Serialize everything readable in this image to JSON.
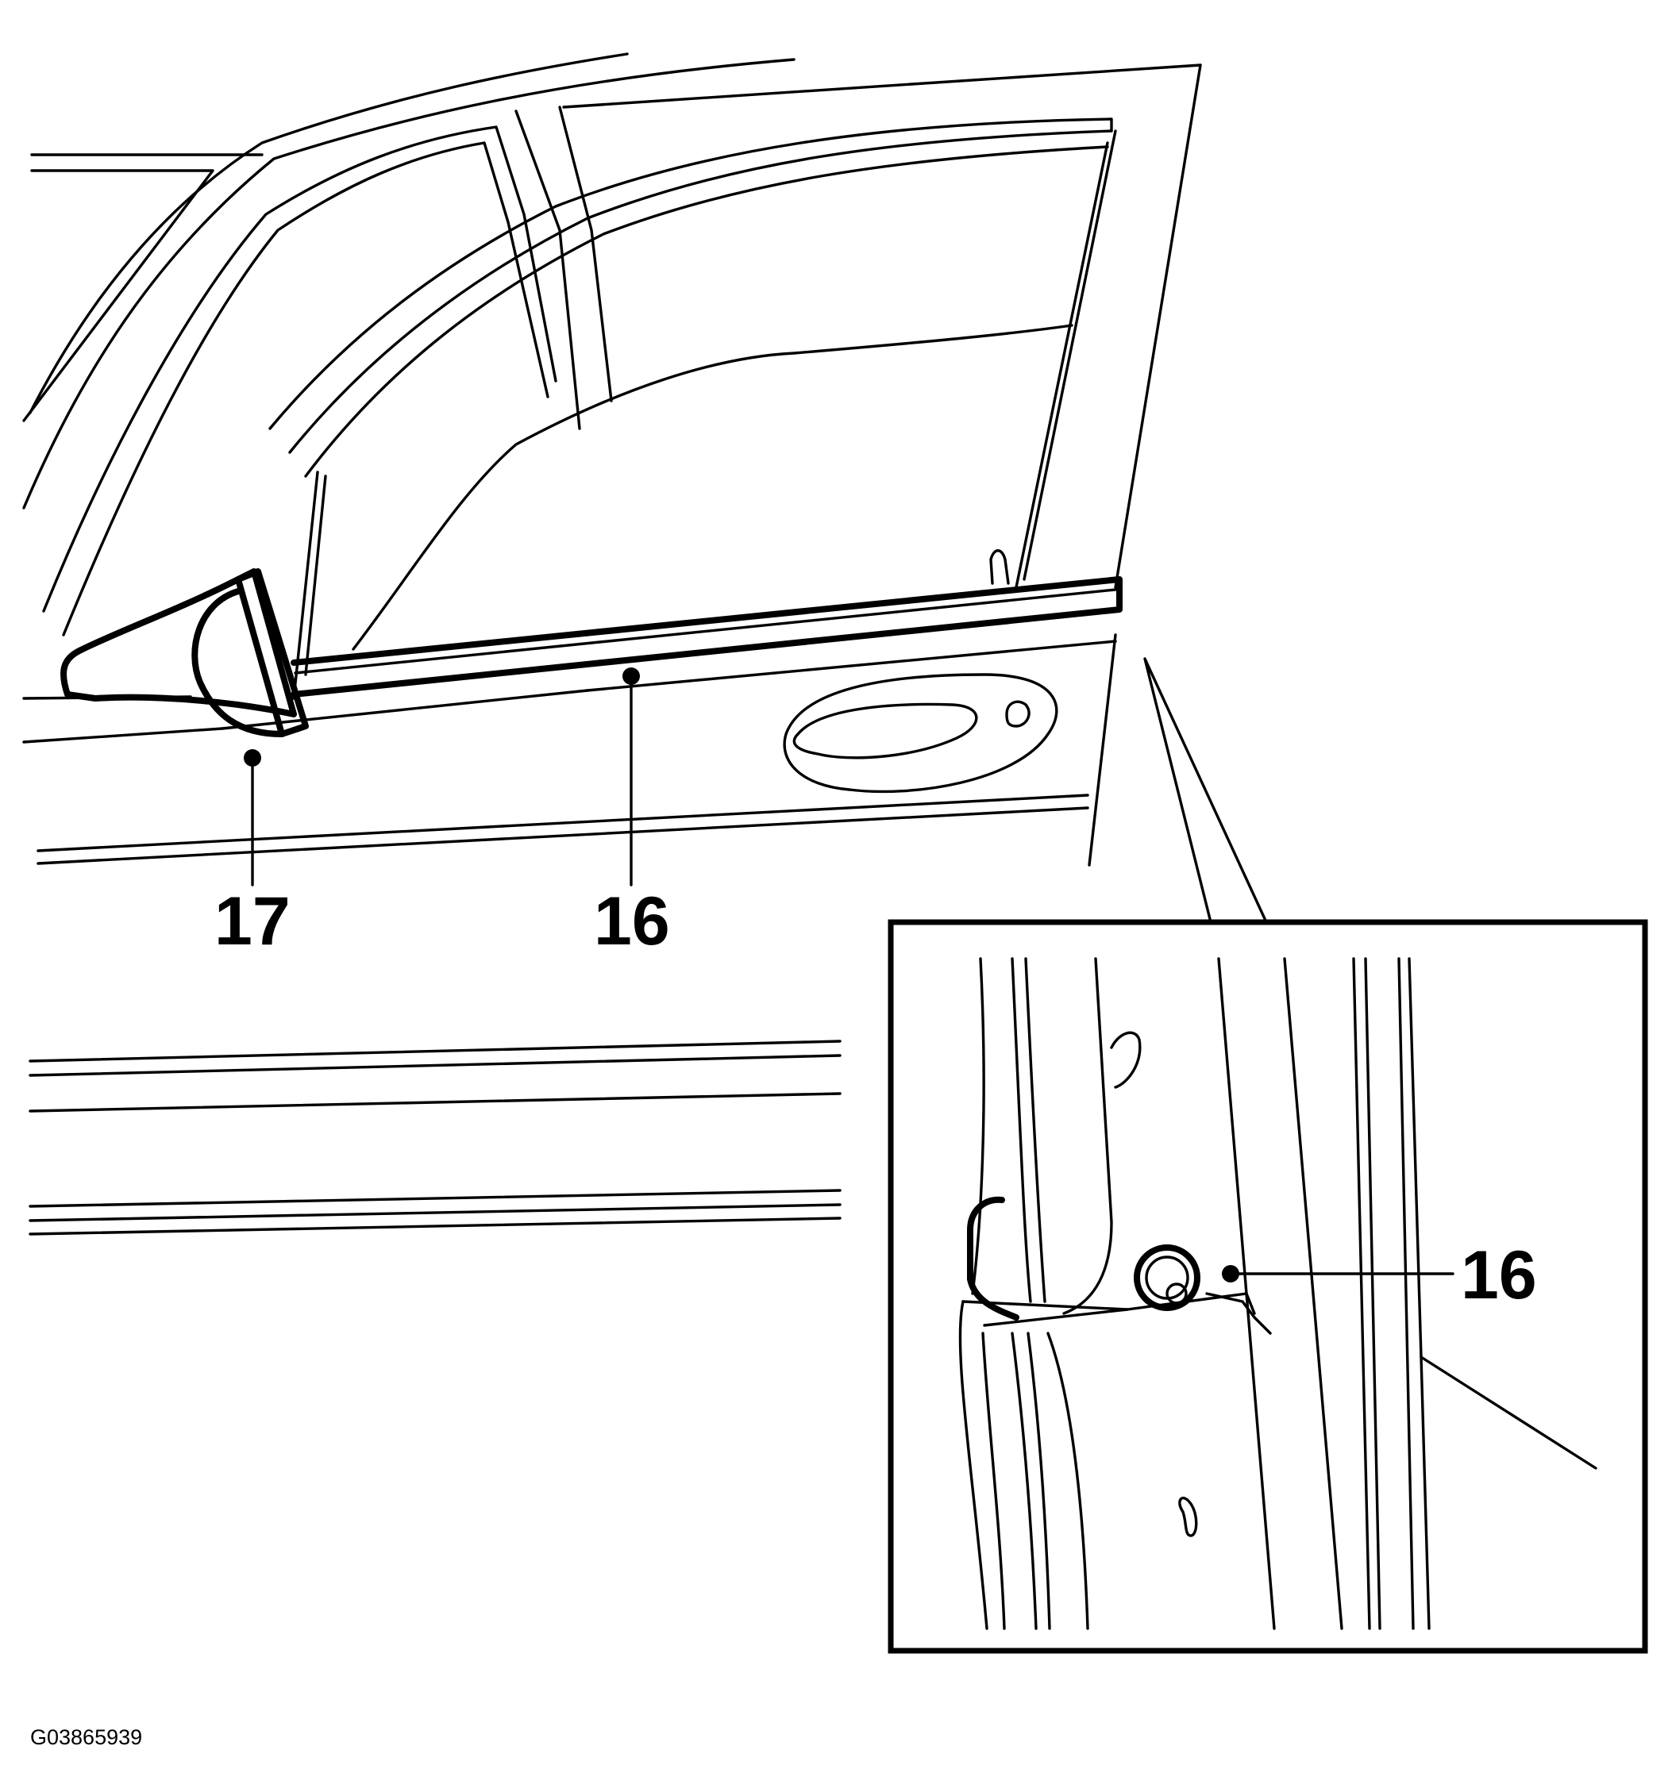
{
  "figure": {
    "id": "G03865939"
  },
  "callouts": {
    "mirror": {
      "number": "17"
    },
    "moulding": {
      "number": "16"
    },
    "detail_fastener": {
      "number": "16"
    }
  },
  "colors": {
    "line": "#000000",
    "background": "#ffffff"
  }
}
